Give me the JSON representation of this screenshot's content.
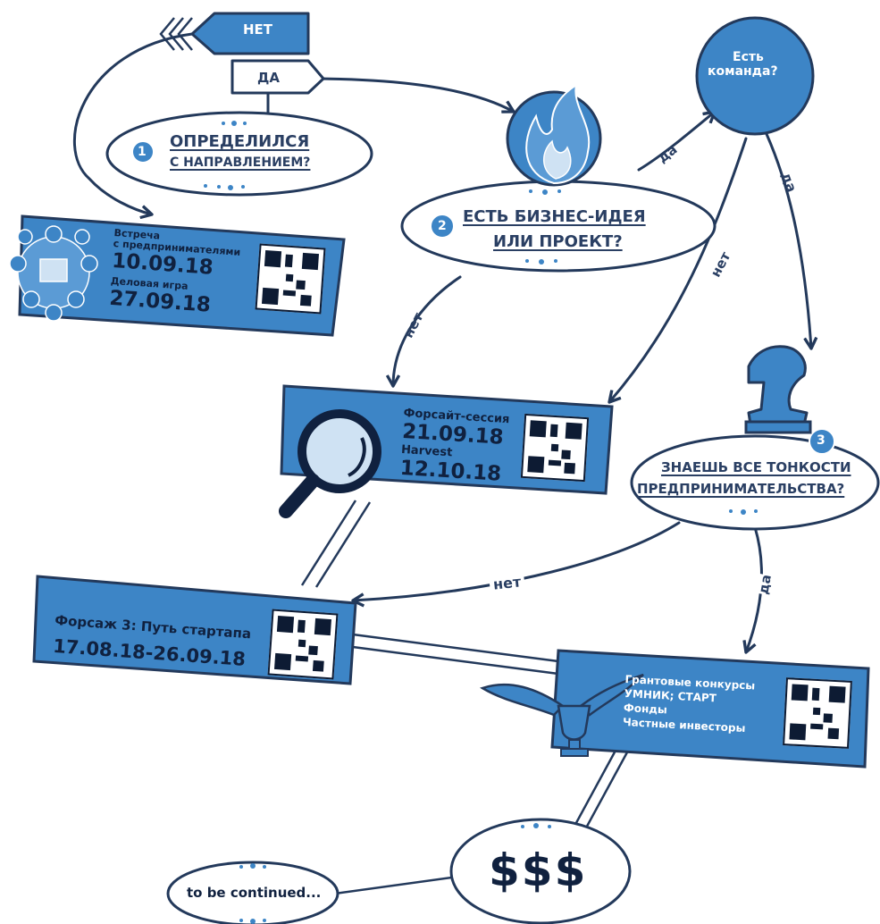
{
  "colors": {
    "blue": "#3d85c6",
    "dark": "#23395b",
    "light": "#cfe2f3",
    "white": "#ffffff"
  },
  "start_arrow": {
    "no": "НЕТ",
    "yes": "ДА"
  },
  "q1": {
    "number": "1",
    "line1": "ОПРЕДЕЛИЛСЯ",
    "line2": "С НАПРАВЛЕНИЕМ?"
  },
  "q2": {
    "number": "2",
    "line1": "ЕСТЬ БИЗНЕС-ИДЕЯ",
    "line2": "ИЛИ ПРОЕКТ?"
  },
  "team": {
    "line1": "Есть",
    "line2": "команда?"
  },
  "q3": {
    "number": "3",
    "line1": "ЗНАЕШЬ ВСЕ ТОНКОСТИ",
    "line2": "ПРЕДПРИНИМАТЕЛЬСТВА?"
  },
  "edges": {
    "q2_team_yes": "да",
    "team_chess_yes": "да",
    "team_foresight_no": "нет",
    "q2_foresight_no": "нет",
    "q3_forsazh_no": "нет",
    "q3_grants_yes": "да"
  },
  "meet_box": {
    "event1": "Встреча\nс предпринимателями",
    "date1": "10.09.18",
    "event2": "Деловая игра",
    "date2": "27.09.18"
  },
  "foresight_box": {
    "event1": "Форсайт-сессия",
    "date1": "21.09.18",
    "event2": "Harvest",
    "date2": "12.10.18"
  },
  "forsazh_box": {
    "event": "Форсаж 3: Путь стартапа",
    "dates": "17.08.18-26.09.18"
  },
  "grants_box": {
    "items": [
      "Грантовые конкурсы",
      "УМНИК; СТАРТ",
      "Фонды",
      "Частные инвесторы"
    ]
  },
  "money": {
    "label": "$$$"
  },
  "continued": {
    "label": "to be continued..."
  },
  "icons": [
    "meeting-people-icon",
    "fire-icon",
    "magnifier-icon",
    "chess-knight-icon",
    "winged-cup-icon",
    "qr-code-icon"
  ]
}
